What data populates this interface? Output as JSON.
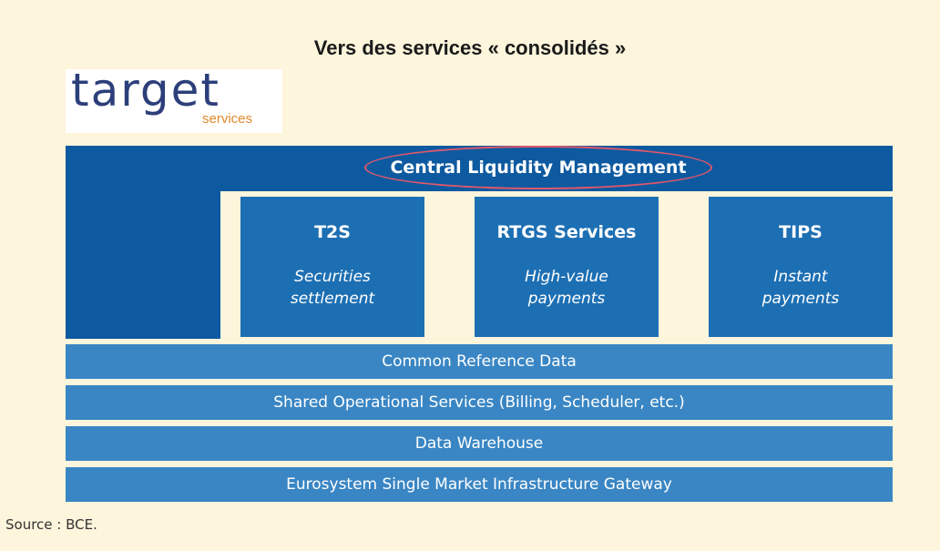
{
  "title": "Vers des services « consolidés »",
  "logo": {
    "word": "target",
    "sub": "services"
  },
  "central": {
    "label": "Central Liquidity Management"
  },
  "services": [
    {
      "name": "T2S",
      "desc": "Securities settlement"
    },
    {
      "name": "RTGS Services",
      "desc": "High-value payments"
    },
    {
      "name": "TIPS",
      "desc": "Instant payments"
    }
  ],
  "layers": [
    "Common Reference Data",
    "Shared Operational Services (Billing, Scheduler, etc.)",
    "Data Warehouse",
    "Eurosystem Single Market Infrastructure Gateway"
  ],
  "source": "Source : BCE.",
  "colors": {
    "background": "#fdf5dc",
    "frame": "#0e5aa0",
    "service_box": "#1d6fb3",
    "layer_bar": "#3a86c4",
    "highlight": "#e0576b"
  }
}
